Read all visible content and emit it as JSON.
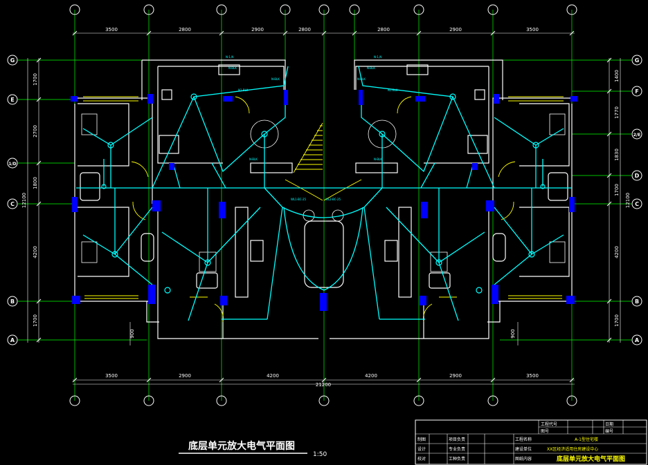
{
  "drawing": {
    "title": "底层单元放大电气平面图",
    "scale": "1:50"
  },
  "dimensions": {
    "top": [
      "3500",
      "2800",
      "2900",
      "2800",
      "2800",
      "2900",
      "3500"
    ],
    "bottom": [
      "3500",
      "2900",
      "4200",
      "4200",
      "2900",
      "3500"
    ],
    "total": "21200",
    "left": [
      "1700",
      "2700",
      "1800",
      "4200",
      "1700"
    ],
    "left_total": "12100",
    "right": [
      "1400",
      "1770",
      "1830",
      "1700",
      "4200",
      "1700"
    ],
    "right_total": "12100",
    "stair_left": "900",
    "stair_right": "900"
  },
  "grid_axes": {
    "left": [
      "G",
      "E",
      "1/D",
      "C",
      "B",
      "A"
    ],
    "right": [
      "G",
      "F",
      "2/E",
      "D",
      "C",
      "B",
      "A"
    ]
  },
  "title_block": {
    "rows": [
      [
        "制图",
        "项目负责",
        "工程名称"
      ],
      [
        "设计",
        "专业负责",
        "建设单位"
      ],
      [
        "校对",
        "工种负责",
        "图纸内容"
      ]
    ],
    "header": [
      "工程代号",
      "图号",
      "日期",
      "编号"
    ],
    "project_name": "A-1型住宅楼",
    "client": "XX区经济适用住房建设中心",
    "content": "底层单元放大电气平面图"
  },
  "colors": {
    "wall": "#ffffff",
    "wiring": "#00ffff",
    "column": "#0000ff",
    "door": "#ffff00",
    "grid": "#00ff00",
    "dim": "#ffffff"
  }
}
